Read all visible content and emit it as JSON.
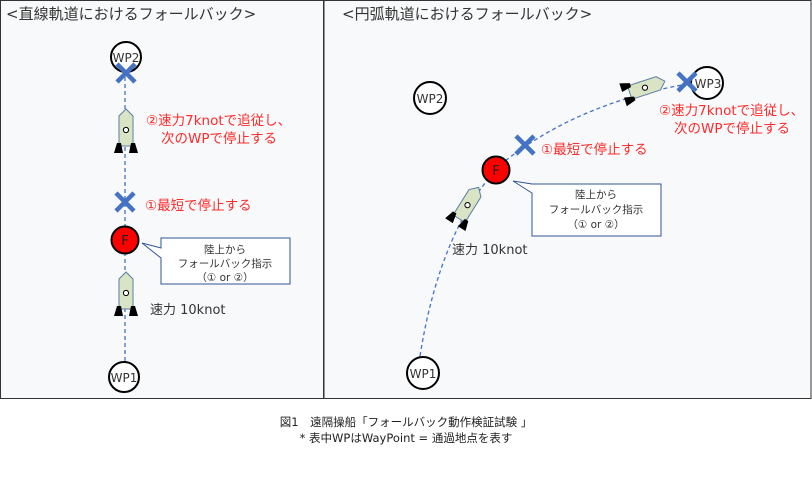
{
  "left_panel": {
    "title": "<直線軌道におけるフォールバック>",
    "wp2": "WP2",
    "wp1": "WP1",
    "fallback_marker": "F",
    "option2_line1": "②速力7knotで追従し、",
    "option2_line2": "次のWPで停止する",
    "option1": "①最短で停止する",
    "callout_line1": "陸上から",
    "callout_line2": "フォールバック指示",
    "callout_line3": "（① or ②）",
    "speed": "速力 10knot"
  },
  "right_panel": {
    "title": "<円弧軌道におけるフォールバック>",
    "wp1": "WP1",
    "wp2": "WP2",
    "wp3": "WP3",
    "fallback_marker": "F",
    "option2_line1": "②速力7knotで追従し、",
    "option2_line2": "次のWPで停止する",
    "option1": "①最短で停止する",
    "callout_line1": "陸上から",
    "callout_line2": "フォールバック指示",
    "callout_line3": "（① or ②）",
    "speed": "速力 10knot"
  },
  "caption": {
    "line1": "図1　遠隔操船「フォールバック動作検証試験 」",
    "line2": "* 表中WPはWayPoint = 通過地点を表す"
  },
  "colors": {
    "red_text": "#ff2a2a",
    "x_mark": "#4472c4",
    "boat_fill": "#d9e4c4",
    "fallback": "#ff0000",
    "path": "#4472c4"
  }
}
